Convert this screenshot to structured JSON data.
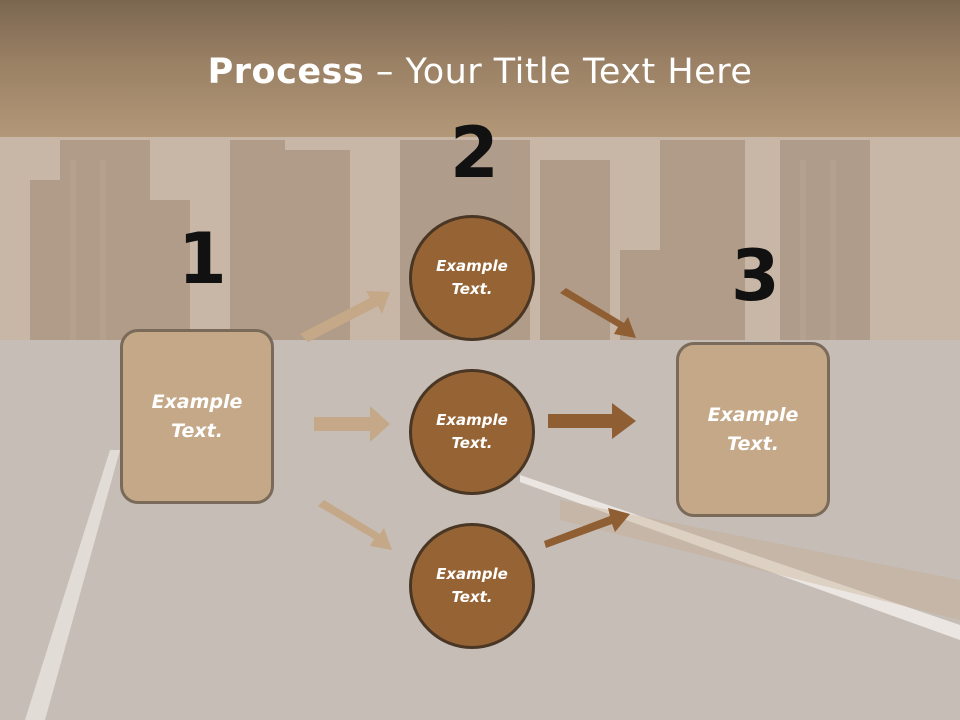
{
  "title": {
    "bold": "Process",
    "rest": " – Your Title Text Here"
  },
  "steps": [
    {
      "number": "1",
      "text": "Example\nText."
    },
    {
      "number": "2",
      "text": "Example\nText."
    },
    {
      "number": "3",
      "text": "Example\nText."
    }
  ],
  "circles": [
    {
      "text": "Example\nText."
    },
    {
      "text": "Example\nText."
    },
    {
      "text": "Example\nText."
    }
  ],
  "colors": {
    "title_bar": "#9a8064",
    "box_fill": "#c4a888",
    "circle_fill": "#966434",
    "arrow_light": "#c4a888",
    "arrow_dark": "#8f5e32"
  }
}
